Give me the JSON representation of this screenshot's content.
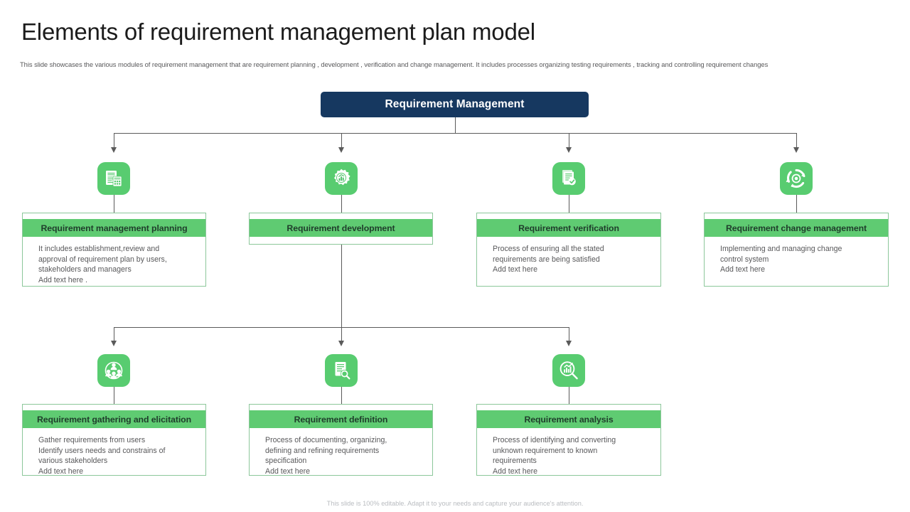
{
  "slide": {
    "title": "Elements of requirement management plan model",
    "subtitle": "This slide showcases the various modules of requirement management that are requirement planning , development , verification and change management. It includes processes organizing testing requirements , tracking and controlling requirement changes",
    "footer": "This slide is 100% editable.  Adapt it to your needs and capture your audience's attention."
  },
  "colors": {
    "root_navy": "#163860",
    "header_green": "#5fcb72",
    "icon_green": "#58cc70",
    "card_border": "#8cc79a",
    "connector_gray": "#5a5a5a",
    "body_text": "#58585a"
  },
  "root": {
    "label": "Requirement Management"
  },
  "row1": [
    {
      "icon": "report-calculator-icon",
      "title": "Requirement management planning",
      "lines": [
        "It includes establishment,review and",
        "approval of requirement plan by users,",
        "stakeholders and managers",
        "Add text here ."
      ]
    },
    {
      "icon": "gear-chart-icon",
      "title": "Requirement development",
      "lines": []
    },
    {
      "icon": "documents-stack-icon",
      "title": "Requirement verification",
      "lines": [
        "Process of ensuring all the stated",
        "requirements are being satisfied",
        "Add text here"
      ]
    },
    {
      "icon": "refresh-cycle-gear-icon",
      "title": "Requirement change management",
      "lines": [
        "Implementing and managing change",
        "control system",
        "Add text here"
      ]
    }
  ],
  "row2": [
    {
      "icon": "people-network-icon",
      "title": "Requirement gathering and elicitation",
      "lines": [
        "Gather requirements from users",
        "Identify users needs and constrains of",
        "various stakeholders",
        "Add text here"
      ]
    },
    {
      "icon": "document-search-icon",
      "title": "Requirement definition",
      "lines": [
        "Process of documenting, organizing,",
        "defining and refining requirements",
        "specification",
        "Add text here"
      ]
    },
    {
      "icon": "chart-magnifier-icon",
      "title": "Requirement analysis",
      "lines": [
        "Process of identifying and converting",
        "unknown requirement to known",
        "requirements",
        "Add text here"
      ]
    }
  ]
}
